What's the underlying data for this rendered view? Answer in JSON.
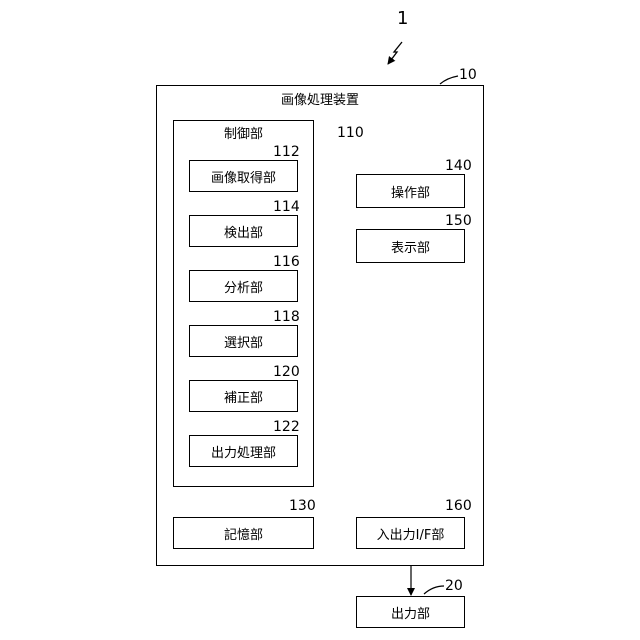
{
  "figure_label": "1",
  "device": {
    "ref": "10",
    "title": "画像処理装置"
  },
  "controller": {
    "ref": "110",
    "title": "制御部"
  },
  "units": [
    {
      "ref": "112",
      "label": "画像取得部"
    },
    {
      "ref": "114",
      "label": "検出部"
    },
    {
      "ref": "116",
      "label": "分析部"
    },
    {
      "ref": "118",
      "label": "選択部"
    },
    {
      "ref": "120",
      "label": "補正部"
    },
    {
      "ref": "122",
      "label": "出力処理部"
    }
  ],
  "operation": {
    "ref": "140",
    "label": "操作部"
  },
  "display": {
    "ref": "150",
    "label": "表示部"
  },
  "storage": {
    "ref": "130",
    "label": "記憶部"
  },
  "io_if": {
    "ref": "160",
    "label": "入出力I/F部"
  },
  "output": {
    "ref": "20",
    "label": "出力部"
  }
}
